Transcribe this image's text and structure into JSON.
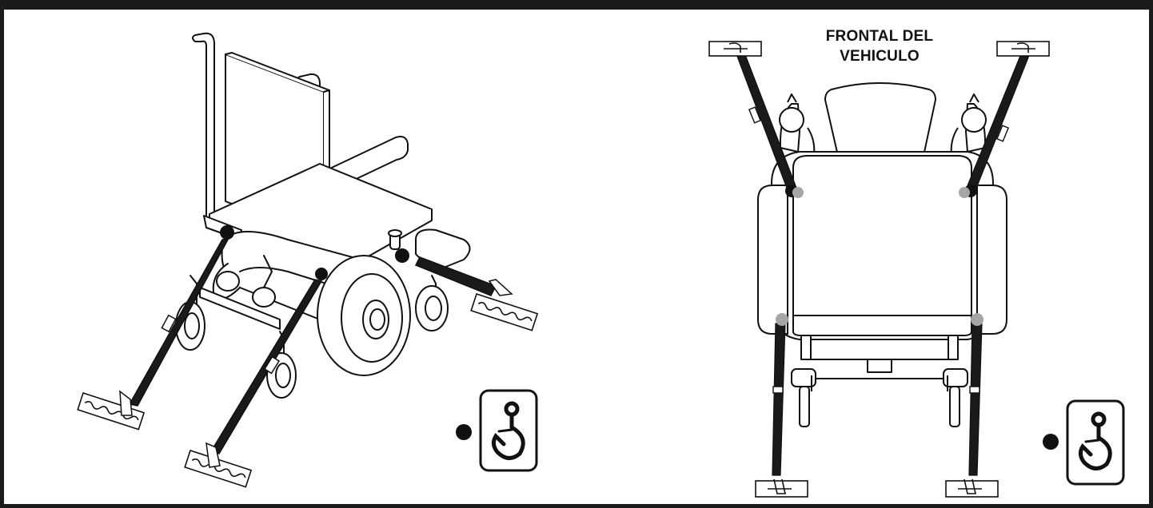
{
  "caption": {
    "line1": "FRONTAL DEL",
    "line2": "VEHICULO"
  },
  "icons": {
    "tiedown_hook_icon": "hook-icon",
    "marker_black": "anchor-point-black",
    "marker_gray": "anchor-point-gray"
  },
  "colors": {
    "frame": "#1b1b1b",
    "strap": "#1a1a1a",
    "marker_black": "#111111",
    "marker_gray": "#a6a6a6",
    "line": "#111111"
  }
}
